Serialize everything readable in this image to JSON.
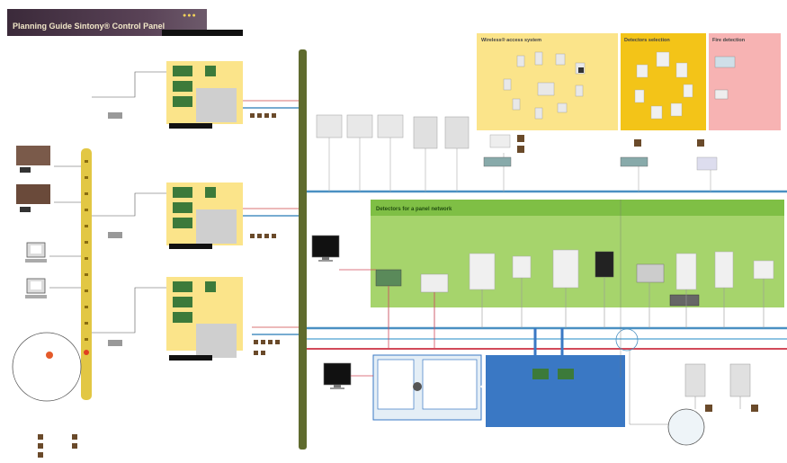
{
  "title": {
    "text": "Planning Guide Sintony® Control Panel",
    "marks": "●●●"
  },
  "panels": {
    "wireless": {
      "label": "Wireless® access system"
    },
    "smoke": {
      "label": "Detectors selection"
    },
    "fire": {
      "label": "Fire detection"
    },
    "detectors": {
      "label": "Detectors for a panel network"
    }
  },
  "colors": {
    "bus_green": "#5f6b2e",
    "bus_yellow": "#e2c744",
    "line_blue": "#4a90c2",
    "line_red": "#d24a5a",
    "panel_yellow": "#fbe48a",
    "panel_gold": "#f3c418",
    "panel_pink": "#f4a3a6",
    "panel_green": "#8fc95a",
    "panel_blue": "#3a78c4"
  }
}
